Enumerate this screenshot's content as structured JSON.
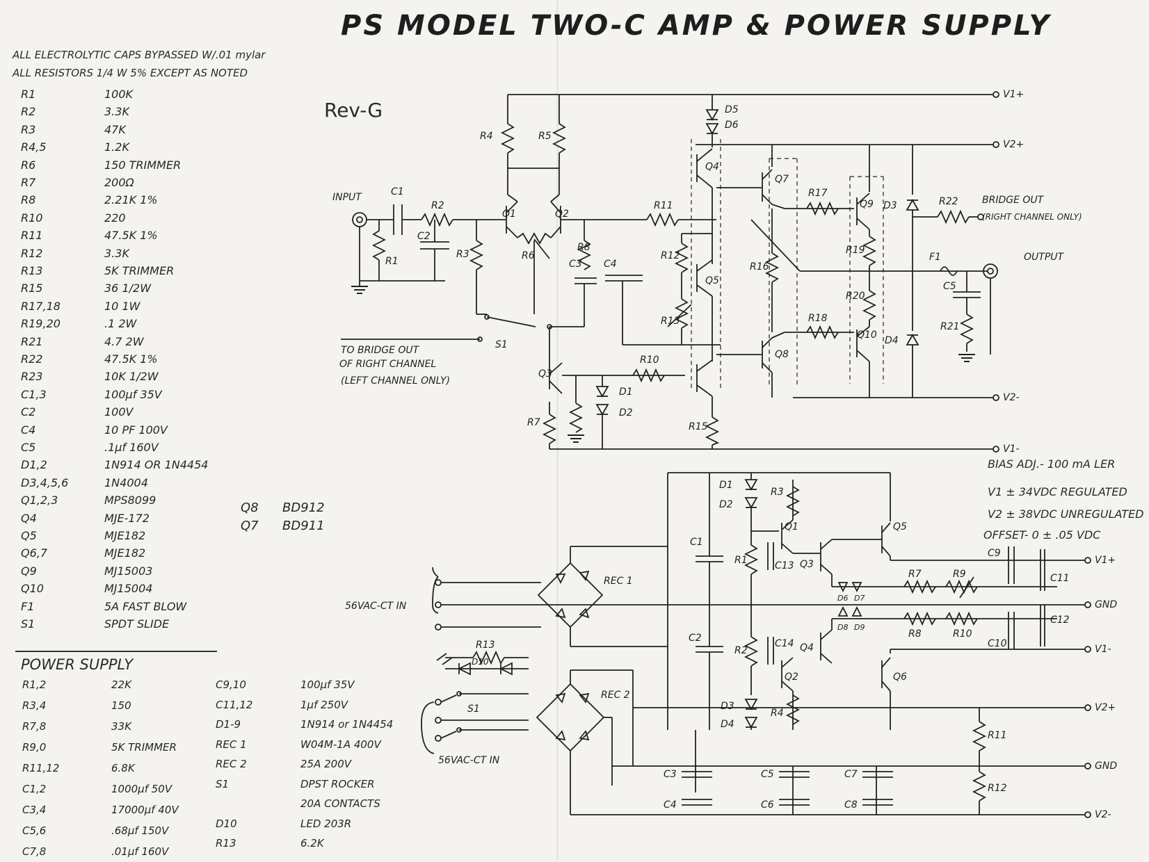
{
  "title": "PS MODEL TWO-C AMP & POWER SUPPLY",
  "revision": "Rev-G",
  "notes": [
    "ALL ELECTROLYTIC CAPS BYPASSED W/.01 mylar",
    "ALL RESISTORS 1/4 W 5% EXCEPT AS NOTED"
  ],
  "amp_bom": [
    {
      "designator": "R1",
      "value": "100K"
    },
    {
      "designator": "R2",
      "value": "3.3K"
    },
    {
      "designator": "R3",
      "value": "47K"
    },
    {
      "designator": "R4,5",
      "value": "1.2K"
    },
    {
      "designator": "R6",
      "value": "150 TRIMMER"
    },
    {
      "designator": "R7",
      "value": "200Ω"
    },
    {
      "designator": "R8",
      "value": "2.21K 1%"
    },
    {
      "designator": "R10",
      "value": "220"
    },
    {
      "designator": "R11",
      "value": "47.5K 1%"
    },
    {
      "designator": "R12",
      "value": "3.3K"
    },
    {
      "designator": "R13",
      "value": "5K TRIMMER"
    },
    {
      "designator": "R15",
      "value": "36 1/2W"
    },
    {
      "designator": "R17,18",
      "value": "10 1W"
    },
    {
      "designator": "R19,20",
      "value": ".1 2W"
    },
    {
      "designator": "R21",
      "value": "4.7 2W"
    },
    {
      "designator": "R22",
      "value": "47.5K 1%"
    },
    {
      "designator": "R23",
      "value": "10K 1/2W"
    },
    {
      "designator": "C1,3",
      "value": "100µf 35V"
    },
    {
      "designator": "C2",
      "value": "100V"
    },
    {
      "designator": "C4",
      "value": "10 PF 100V"
    },
    {
      "designator": "C5",
      "value": ".1µf 160V"
    },
    {
      "designator": "D1,2",
      "value": "1N914 OR 1N4454"
    },
    {
      "designator": "D3,4,5,6",
      "value": "1N4004"
    },
    {
      "designator": "Q1,2,3",
      "value": "MPS8099"
    },
    {
      "designator": "Q4",
      "value": "MJE-172"
    },
    {
      "designator": "Q5",
      "value": "MJE182"
    },
    {
      "designator": "Q6,7",
      "value": "MJE182"
    },
    {
      "designator": "Q9",
      "value": "MJ15003"
    },
    {
      "designator": "Q10",
      "value": "MJ15004"
    },
    {
      "designator": "F1",
      "value": "5A FAST BLOW"
    },
    {
      "designator": "S1",
      "value": "SPDT SLIDE"
    }
  ],
  "amp_bom_extra": [
    {
      "designator": "Q8",
      "value": "BD912"
    },
    {
      "designator": "Q7",
      "value": "BD911"
    }
  ],
  "ps_heading": "POWER SUPPLY",
  "ps_bom_left": [
    {
      "designator": "R1,2",
      "value": "22K"
    },
    {
      "designator": "R3,4",
      "value": "150"
    },
    {
      "designator": "R7,8",
      "value": "33K"
    },
    {
      "designator": "R9,0",
      "value": "5K TRIMMER"
    },
    {
      "designator": "R11,12",
      "value": "6.8K"
    },
    {
      "designator": "C1,2",
      "value": "1000µf 50V"
    },
    {
      "designator": "C3,4",
      "value": "17000µf 40V"
    },
    {
      "designator": "C5,6",
      "value": ".68µf 150V"
    },
    {
      "designator": "C7,8",
      "value": ".01µf 160V"
    }
  ],
  "ps_bom_right": [
    {
      "designator": "C9,10",
      "value": "100µf 35V"
    },
    {
      "designator": "C11,12",
      "value": "1µf 250V"
    },
    {
      "designator": "D1-9",
      "value": "1N914 or 1N4454"
    },
    {
      "designator": "REC 1",
      "value": "W04M-1A 400V"
    },
    {
      "designator": "REC 2",
      "value": "25A 200V"
    },
    {
      "designator": "S1",
      "value": "DPST ROCKER"
    },
    {
      "designator": "",
      "value": "20A CONTACTS"
    },
    {
      "designator": "D10",
      "value": "LED 203R"
    },
    {
      "designator": "R13",
      "value": "6.2K"
    }
  ],
  "specs": [
    "BIAS ADJ.- 100 mA LER",
    "V1 ± 34VDC REGULATED",
    "V2 ± 38VDC UNREGULATED",
    "OFFSET- 0 ± .05 VDC"
  ],
  "amp_labels": {
    "input": "INPUT",
    "output": "OUTPUT",
    "bridge_out": "BRIDGE OUT",
    "bridge_note": "(RIGHT CHANNEL ONLY)",
    "to_bridge_1": "TO BRIDGE OUT",
    "to_bridge_2": "OF RIGHT CHANNEL",
    "to_bridge_3": "(LEFT CHANNEL ONLY)",
    "v1p": "V1+",
    "v2p": "V2+",
    "v2m": "V2-",
    "v1m": "V1-",
    "c1": "C1",
    "r2": "R2",
    "c2": "C2",
    "r1": "R1",
    "r3": "R3",
    "r4": "R4",
    "r5": "R5",
    "q1": "Q1",
    "q2": "Q2",
    "r6": "R6",
    "r8": "R8",
    "c3": "C3",
    "c4": "C4",
    "r11": "R11",
    "r12": "R12",
    "r13": "R13",
    "q5": "Q5",
    "q4": "Q4",
    "q3": "Q3",
    "d1": "D1",
    "d2": "D2",
    "r7": "R7",
    "r10": "R10",
    "r15": "R15",
    "d5": "D5",
    "d6": "D6",
    "q7": "Q7",
    "q8": "Q8",
    "q9": "Q9",
    "q10": "Q10",
    "r16": "R16",
    "r17": "R17",
    "r18": "R18",
    "r19": "R19",
    "r20": "R20",
    "d3": "D3",
    "d4": "D4",
    "r22": "R22",
    "f1": "F1",
    "c5": "C5",
    "r21": "R21",
    "s1": "S1"
  },
  "ps_labels": {
    "ac_in_1": "56VAC-CT IN",
    "ac_in_2": "56VAC-CT IN",
    "rec1": "REC 1",
    "rec2": "REC 2",
    "v1p": "V1+",
    "gnd1": "GND",
    "v1m": "V1-",
    "v2p": "V2+",
    "gnd2": "GND",
    "v2m": "V2-",
    "d1": "D1",
    "d2": "D2",
    "r3": "R3",
    "q1": "Q1",
    "q5": "Q5",
    "c1": "C1",
    "r1": "R1",
    "c13": "C13",
    "q3": "Q3",
    "d6": "D6",
    "d7": "D7",
    "r7": "R7",
    "r9": "R9",
    "c9": "C9",
    "c11": "C11",
    "d8": "D8",
    "d9": "D9",
    "r8": "R8",
    "r10": "R10",
    "c12": "C12",
    "c10": "C10",
    "q4": "Q4",
    "c2": "C2",
    "r2": "R2",
    "c14": "C14",
    "q2": "Q2",
    "q6": "Q6",
    "d3": "D3",
    "d4": "D4",
    "r4": "R4",
    "r13": "R13",
    "d10": "D10",
    "s1": "S1",
    "r11": "R11",
    "r12": "R12",
    "c3": "C3",
    "c4": "C4",
    "c5": "C5",
    "c6": "C6",
    "c7": "C7",
    "c8": "C8"
  }
}
